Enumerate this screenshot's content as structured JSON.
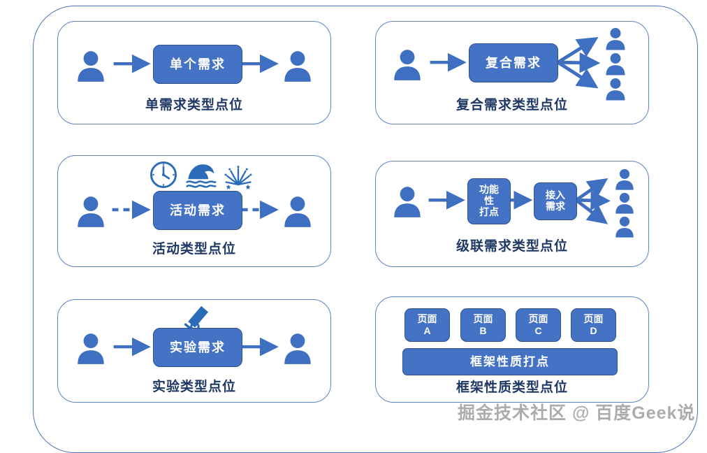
{
  "diagram": {
    "title_watermark": "掘金技术社区 @ 百度Geek说",
    "colors": {
      "box_fill": "#4472C4",
      "box_border": "#2F528F",
      "panel_border": "#5B82C4",
      "frame_border": "#4A6FB5",
      "person_icon": "#3F6FC0",
      "caption_text": "#1F3864",
      "activity_icon": "#2B6CB8",
      "watermark_text": "#8D8D8D"
    },
    "panels": [
      {
        "id": "single",
        "caption": "单需求类型点位",
        "box": "单个需求",
        "arrow_style": "solid",
        "actors_in": 1,
        "actors_out": 1
      },
      {
        "id": "composite",
        "caption": "复合需求类型点位",
        "box": "复合需求",
        "arrow_style": "solid",
        "actors_in": 1,
        "actors_out": 3
      },
      {
        "id": "activity",
        "caption": "活动类型点位",
        "box": "活动需求",
        "arrow_style": "dashed",
        "actors_in": 1,
        "actors_out": 1,
        "icons": [
          "clock-icon",
          "wave-icon",
          "fireworks-icon"
        ]
      },
      {
        "id": "cascade",
        "caption": "级联需求类型点位",
        "box_first": "功能\n性\n打点",
        "box_first_lines": [
          "功能",
          "性",
          "打点"
        ],
        "box_second": "接入\n需求",
        "box_second_lines": [
          "接入",
          "需求"
        ],
        "arrow_style": "solid",
        "actors_in": 1,
        "actors_out": 3
      },
      {
        "id": "lab",
        "caption": "实验类型点位",
        "box": "实验需求",
        "arrow_style": "solid",
        "actors_in": 1,
        "actors_out": 1,
        "icons": [
          "microscope-icon"
        ]
      },
      {
        "id": "framework",
        "caption": "框架性质类型点位",
        "bar": "框架性质打点",
        "pages": [
          {
            "line1": "页面",
            "line2": "A"
          },
          {
            "line1": "页面",
            "line2": "B"
          },
          {
            "line1": "页面",
            "line2": "C"
          },
          {
            "line1": "页面",
            "line2": "D"
          }
        ]
      }
    ]
  }
}
